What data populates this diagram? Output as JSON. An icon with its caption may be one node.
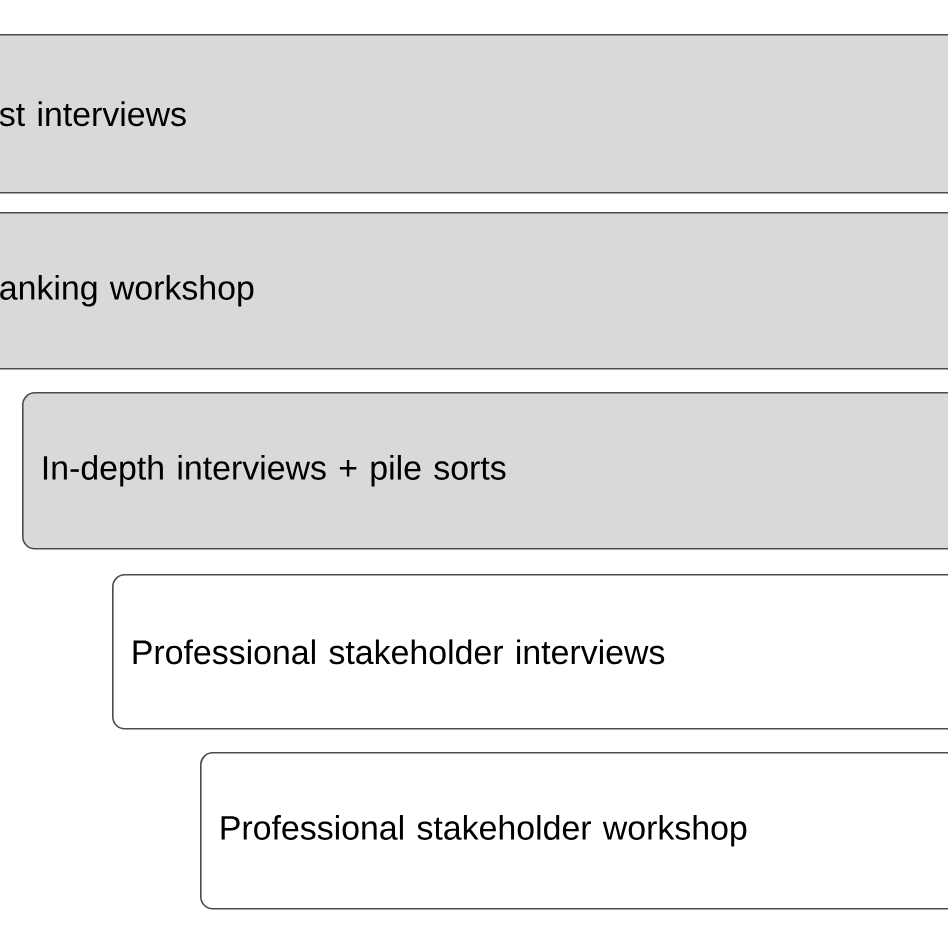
{
  "diagram": {
    "nodes": [
      {
        "text": [
          "st interviews"
        ]
      },
      {
        "text": [
          "anking workshop"
        ]
      },
      {
        "text": [
          "In-depth interviews + pile sorts"
        ]
      },
      {
        "text": [
          "Professional stakeholder interviews"
        ]
      },
      {
        "text": [
          "Professional stakeholder workshop"
        ]
      }
    ]
  }
}
